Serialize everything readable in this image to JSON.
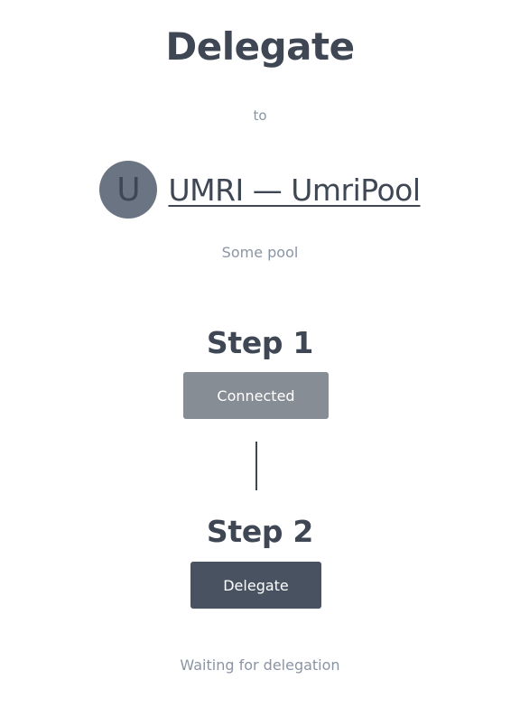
{
  "header": {
    "title": "Delegate",
    "to_label": "to"
  },
  "pool": {
    "avatar_letter": "U",
    "name": "UMRI — UmriPool",
    "description": "Some pool"
  },
  "steps": [
    {
      "title": "Step 1",
      "button_label": "Connected"
    },
    {
      "title": "Step 2",
      "button_label": "Delegate"
    }
  ],
  "status": {
    "text": "Waiting for delegation"
  },
  "colors": {
    "text_primary": "#3f4754",
    "text_muted": "#8a95a4",
    "avatar_bg": "#6b7482",
    "connected_button_bg": "#878d95",
    "delegate_button_bg": "#495260"
  }
}
